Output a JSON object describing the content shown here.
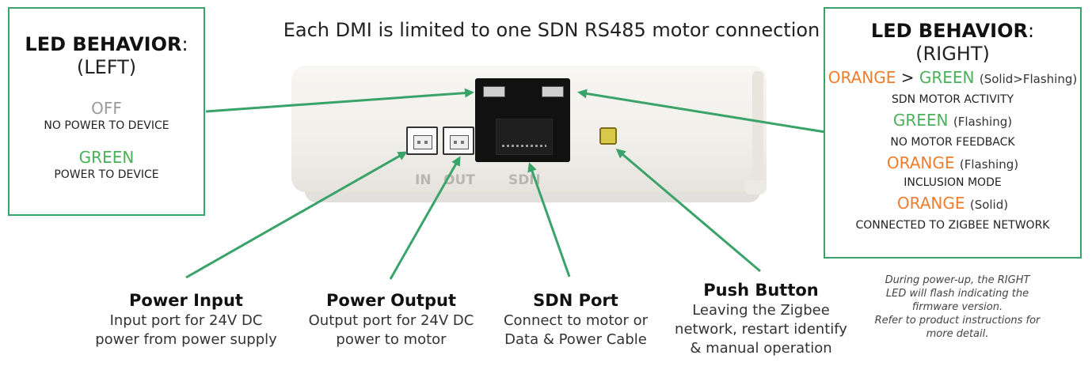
{
  "title": "Each DMI is limited to one SDN RS485 motor connection",
  "led_left": {
    "heading": "LED BEHAVIOR",
    "colon": ":",
    "side": "(LEFT)",
    "states": [
      {
        "color_word": "OFF",
        "color": "#9a9a9a",
        "description": "NO POWER TO DEVICE"
      },
      {
        "color_word": "GREEN",
        "color": "#4bb05a",
        "description": "POWER TO DEVICE"
      }
    ]
  },
  "led_right": {
    "heading": "LED BEHAVIOR",
    "colon": ":",
    "side": "(RIGHT)",
    "states": [
      {
        "word1": "ORANGE",
        "sep": ">",
        "word2": "GREEN",
        "qualifier": "(Solid>Flashing)",
        "description": "SDN MOTOR ACTIVITY"
      },
      {
        "word1": "GREEN",
        "qualifier": "(Flashing)",
        "description": "NO MOTOR FEEDBACK"
      },
      {
        "word1": "ORANGE",
        "qualifier": "(Flashing)",
        "description": "INCLUSION MODE"
      },
      {
        "word1": "ORANGE",
        "qualifier": "(Solid)",
        "description": "CONNECTED TO ZIGBEE NETWORK"
      }
    ]
  },
  "colors": {
    "green": "#4bb05a",
    "orange": "#ee7d2e",
    "box_border": "#3aa36a",
    "arrow": "#3aa36a"
  },
  "device_labels": {
    "in": "IN",
    "out": "OUT",
    "sdn": "SDN"
  },
  "callouts": [
    {
      "title": "Power Input",
      "line1": "Input port for 24V DC",
      "line2": "power from power supply"
    },
    {
      "title": "Power Output",
      "line1": "Output port for 24V DC",
      "line2": "power to motor"
    },
    {
      "title": "SDN Port",
      "line1": "Connect to motor or",
      "line2": "Data & Power Cable"
    },
    {
      "title": "Push Button",
      "line1": "Leaving the Zigbee",
      "line2": "network, restart identify",
      "line3": "& manual operation"
    }
  ],
  "note": {
    "line1": "During power-up, the RIGHT",
    "line2": "LED will flash indicating the",
    "line3": "firmware version.",
    "line4": "Refer to product instructions for",
    "line5": "more detail."
  }
}
